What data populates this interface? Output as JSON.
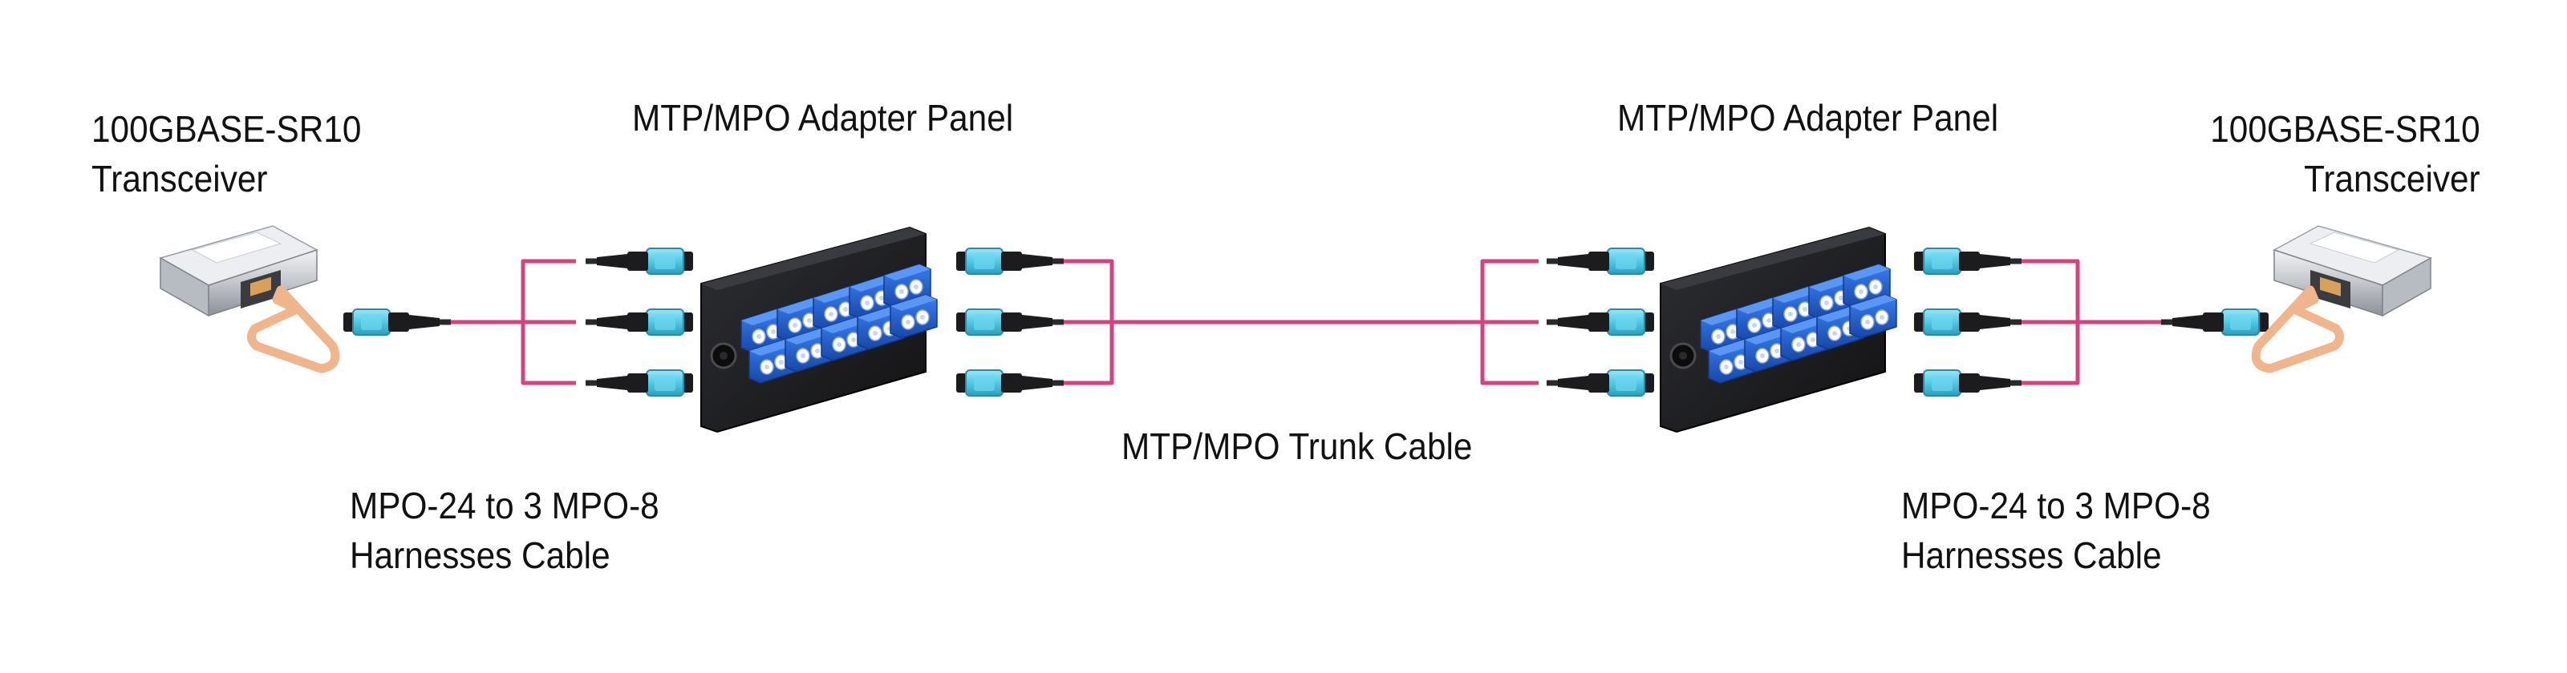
{
  "labels": {
    "left_transceiver": {
      "line1": "100GBASE-SR10",
      "line2": "Transceiver"
    },
    "right_transceiver": {
      "line1": "100GBASE-SR10",
      "line2": "Transceiver"
    },
    "left_panel": "MTP/MPO Adapter Panel",
    "right_panel": "MTP/MPO Adapter Panel",
    "trunk_cable": "MTP/MPO Trunk Cable",
    "left_harness": {
      "line1": "MPO-24 to 3 MPO-8",
      "line2": "Harnesses Cable"
    },
    "right_harness": {
      "line1": "MPO-24 to 3 MPO-8",
      "line2": "Harnesses Cable"
    }
  },
  "colors": {
    "fiber": "#d6427e",
    "mpo_connector": "#4fc9e6",
    "adapter_blue": "#1f5fcf",
    "panel": "#1b1b1d",
    "transceiver_body": "#c9ccd1",
    "pull_tab": "#f0b58a"
  }
}
